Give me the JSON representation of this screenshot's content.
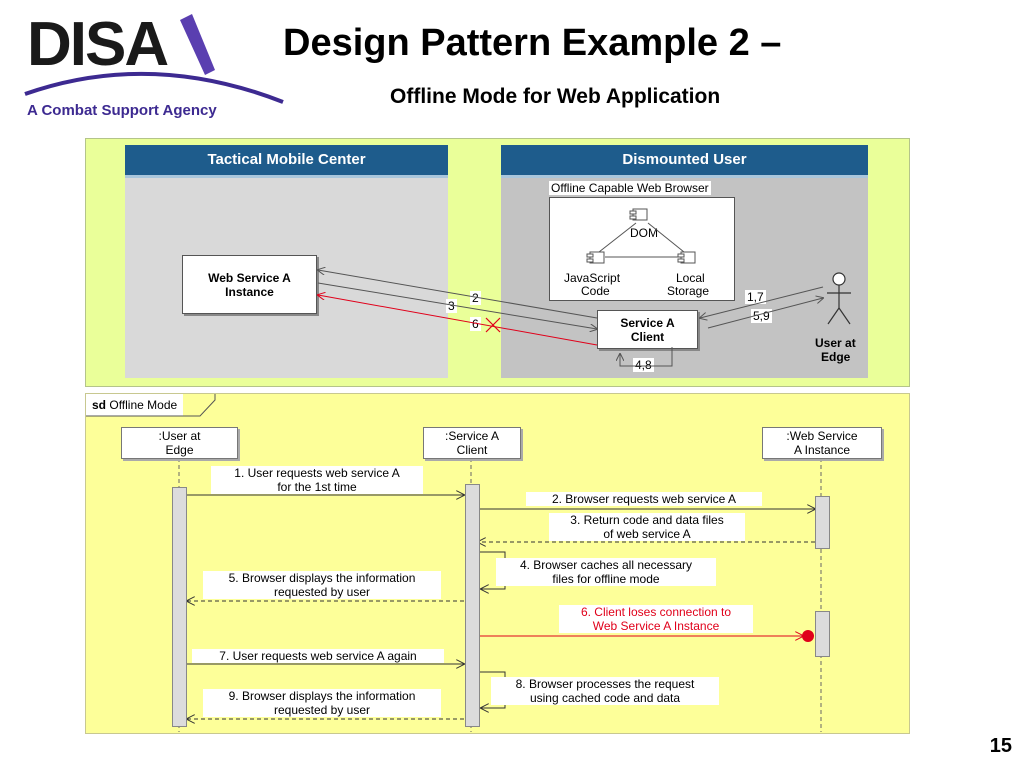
{
  "header": {
    "logo_text": "DISA",
    "logo_tagline": "A Combat Support Agency",
    "title": "Design Pattern Example 2 –",
    "subtitle": "Offline Mode for Web Application"
  },
  "architecture": {
    "tactical_panel_title": "Tactical Mobile Center",
    "dismounted_panel_title": "Dismounted  User",
    "web_service_box_line1": "Web Service A",
    "web_service_box_line2": "Instance",
    "browser_title": "Offline Capable Web Browser",
    "dom_label": "DOM",
    "js_label_line1": "JavaScript",
    "js_label_line2": "Code",
    "storage_label_line1": "Local",
    "storage_label_line2": "Storage",
    "client_box_line1": "Service A",
    "client_box_line2": "Client",
    "actor_label_line1": "User at",
    "actor_label_line2": "Edge",
    "step_2": "2",
    "step_3": "3",
    "step_6": "6",
    "step_17": "1,7",
    "step_59": "5,9",
    "step_48": "4,8",
    "lost_connection_color": "#e0001a"
  },
  "sequence": {
    "frame_keyword": "sd",
    "frame_name": "Offline Mode",
    "lifelines": [
      {
        "line1": ":User at",
        "line2": "Edge"
      },
      {
        "line1": ":Service A",
        "line2": "Client"
      },
      {
        "line1": ":Web Service",
        "line2": "A Instance"
      }
    ],
    "messages": [
      {
        "line1": "1. User requests web service A",
        "line2": "for the 1st time"
      },
      {
        "line1": "2. Browser requests web service A",
        "line2": ""
      },
      {
        "line1": "3. Return code and data files",
        "line2": "of web service A"
      },
      {
        "line1": "4. Browser caches all necessary",
        "line2": "files for offline mode"
      },
      {
        "line1": "5. Browser displays the information",
        "line2": "requested by user"
      },
      {
        "line1": "6. Client loses connection to",
        "line2": "Web Service A Instance"
      },
      {
        "line1": "7. User requests web service A again",
        "line2": ""
      },
      {
        "line1": "8. Browser processes the request",
        "line2": "using cached code and data"
      },
      {
        "line1": "9. Browser displays the information",
        "line2": "requested by user"
      }
    ]
  },
  "page_number": "15"
}
